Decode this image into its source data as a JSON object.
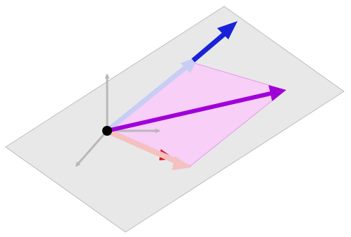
{
  "diagram": {
    "colors": {
      "background": "#ffffff",
      "plane_fill": "#e8e8e8",
      "plane_edge": "#bdbdbd",
      "axes": "#b8b8b8",
      "origin_point": "#000000",
      "blue_light": "#c8cdf4",
      "blue_dark": "#1a22d8",
      "red_light": "#f5c0c0",
      "red_dark": "#d81414",
      "purple": "#a000d8",
      "parallelogram_fill": "#f8ccf8",
      "parallelogram_edge": "#e89ae8"
    },
    "icons": [
      "origin-point",
      "axis-arrows",
      "blue-vector-arrow",
      "red-vector-arrow",
      "purple-sum-vector-arrow"
    ]
  }
}
